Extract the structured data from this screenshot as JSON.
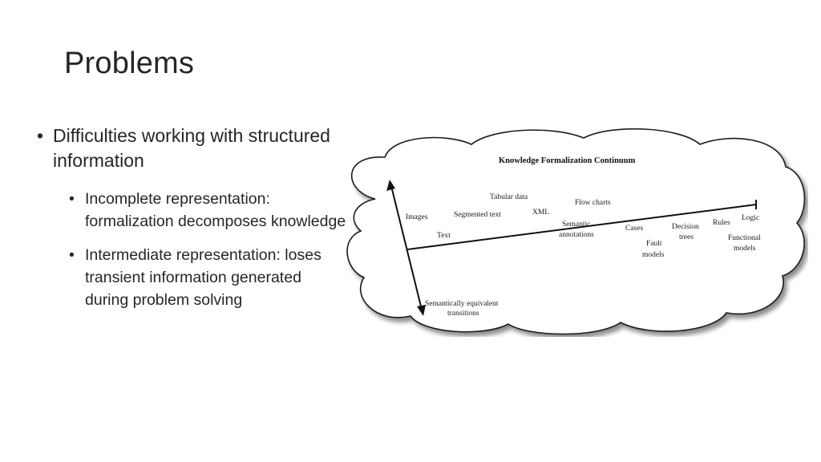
{
  "slide": {
    "title": "Problems",
    "bullets": [
      {
        "text": "Difficulties working with structured information",
        "sub": [
          "Incomplete representation: formalization decomposes knowledge",
          "Intermediate representation: loses transient information generated during problem solving"
        ]
      }
    ]
  },
  "diagram": {
    "title": "Knowledge Formalization Continuum",
    "labels": {
      "images": "Images",
      "segmented_text": "Segmented text",
      "text": "Text",
      "tabular_data": "Tabular data",
      "xml": "XML",
      "flow_charts": "Flow charts",
      "semantic_1": "Semantic",
      "semantic_2": "annotations",
      "cases": "Cases",
      "fault_1": "Fault",
      "fault_2": "models",
      "decision_1": "Decision",
      "decision_2": "trees",
      "rules": "Rules",
      "logic": "Logic",
      "functional_1": "Functional",
      "functional_2": "models",
      "transitions_1": "Semantically equivalent",
      "transitions_2": "transitions"
    }
  }
}
